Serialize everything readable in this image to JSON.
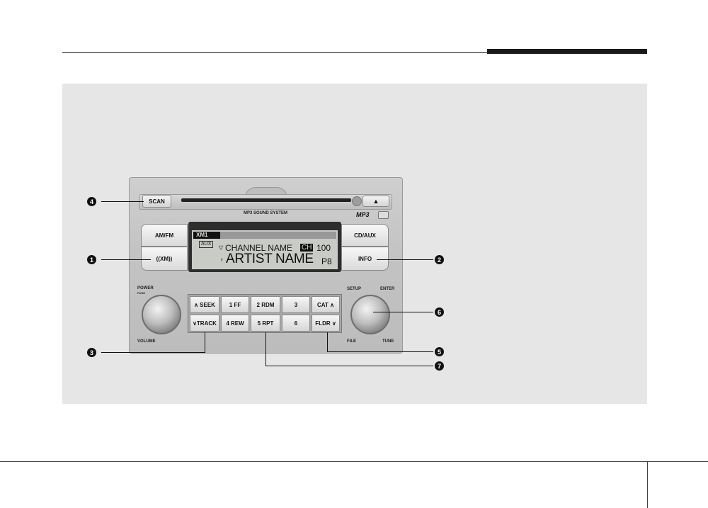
{
  "radio": {
    "scan": "SCAN",
    "eject": "▲",
    "caption": "MP3 SOUND SYSTEM",
    "mp3_logo": "MP3",
    "am_fm": "AM/FM",
    "xm": "((XM))",
    "cd_aux": "CD/AUX",
    "info": "INFO",
    "display": {
      "tag": "XM1",
      "aux": "AUX",
      "channel_name": "CHANNEL NAME",
      "ch_badge": "CH",
      "ch_number": "100",
      "artist": "ARTIST NAME",
      "preset": "P8"
    },
    "power": "POWER",
    "push": "PUSH",
    "volume": "VOLUME",
    "setup": "SETUP",
    "enter": "ENTER",
    "file": "FILE",
    "tune": "TUNE",
    "buttons": {
      "seek": "∧ SEEK",
      "track": "∨TRACK",
      "b1": "1 FF",
      "b2": "2 RDM",
      "b3": "3",
      "b4": "4 REW",
      "b5": "5 RPT",
      "b6": "6",
      "cat": "CAT ∧",
      "fldr": "FLDR ∨"
    }
  },
  "callouts": {
    "c1": "1",
    "c2": "2",
    "c3": "3",
    "c4": "4",
    "c5": "5",
    "c6": "6",
    "c7": "7"
  }
}
